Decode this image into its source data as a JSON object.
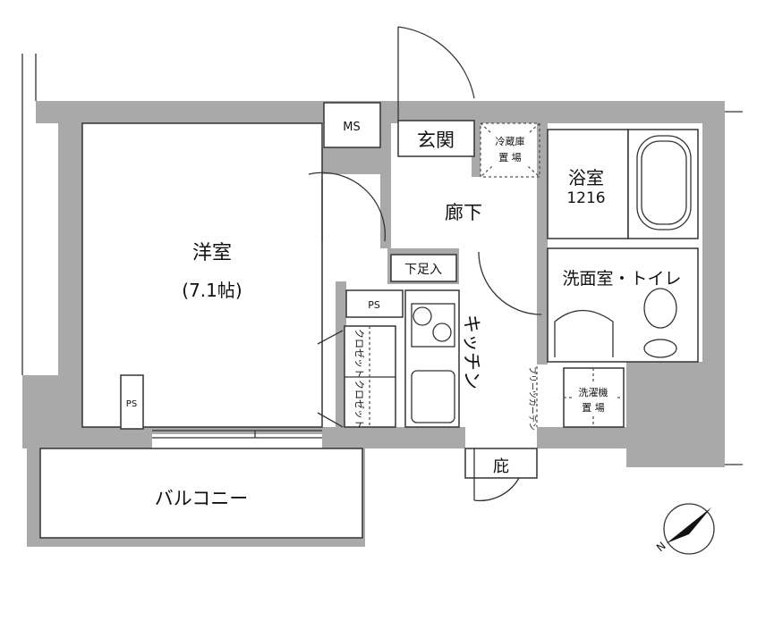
{
  "rooms": {
    "western_room": "洋室",
    "western_room_size": "(7.1帖)",
    "ms": "MS",
    "entrance": "玄関",
    "fridge_space_1": "冷蔵庫",
    "fridge_space_2": "置 場",
    "bathroom": "浴室",
    "bathroom_size": "1216",
    "hallway": "廊下",
    "shoe_storage": "下足入",
    "washroom_toilet": "洗面室・トイレ",
    "ps_kitchen": "PS",
    "ps_room": "PS",
    "kitchen": "キッチン",
    "closet_1": "クロゼット",
    "closet_2": "クロゼット",
    "pleated_curtain": "プリーツカーテン",
    "washer_space_1": "洗濯機",
    "washer_space_2": "置 場",
    "eaves": "庇",
    "balcony": "バルコニー"
  },
  "compass": {
    "label": "N"
  }
}
